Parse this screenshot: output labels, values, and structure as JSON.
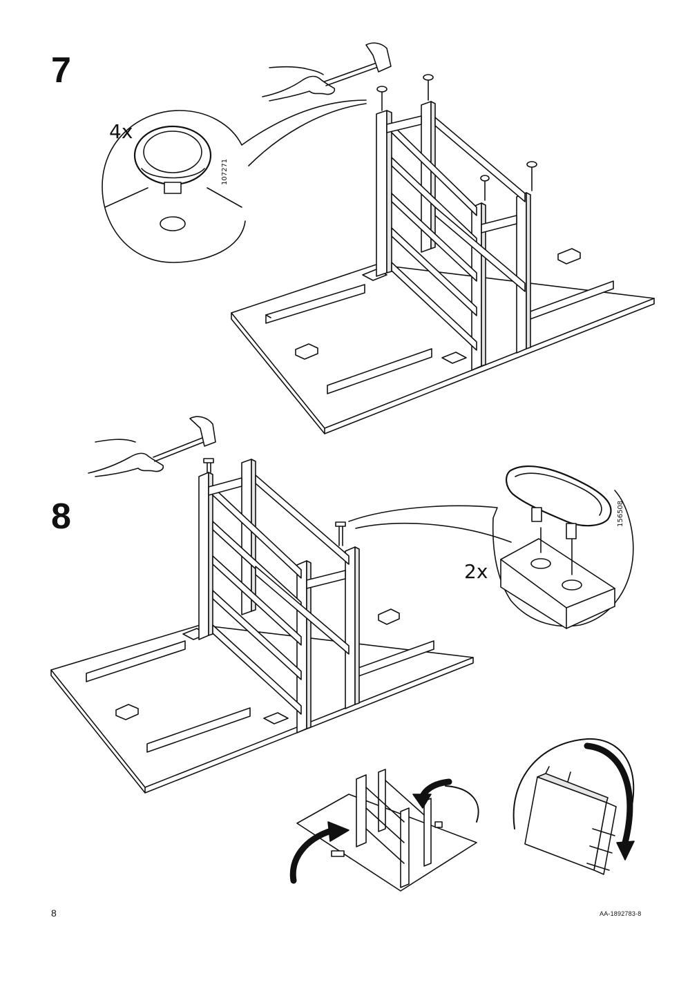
{
  "steps": [
    {
      "number": "7",
      "quantity": "4x",
      "part_number": "107271"
    },
    {
      "number": "8",
      "quantity": "2x",
      "part_number": "156508"
    }
  ],
  "footer": {
    "page_number": "8",
    "document_id": "AA-1892783-8"
  },
  "colors": {
    "line": "#111111",
    "fill": "#ffffff",
    "shade": "#e6e6e6"
  },
  "icons": [
    "hammer-icon",
    "hand-icon",
    "rotate-arrow-icon",
    "flip-arrow-icon"
  ]
}
